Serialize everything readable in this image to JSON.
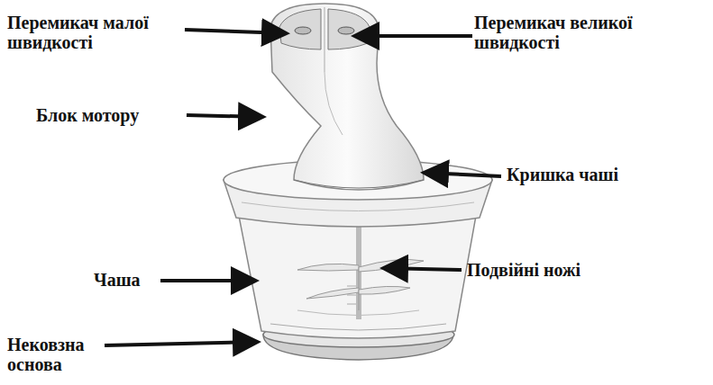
{
  "diagram": {
    "labels": [
      "Перемикач малої швидкості",
      "Перемикач великої швидкості",
      "Блок мотору",
      "Кришка чаші",
      "Чаша",
      "Подвійні ножі",
      "Нековзна основа"
    ]
  }
}
